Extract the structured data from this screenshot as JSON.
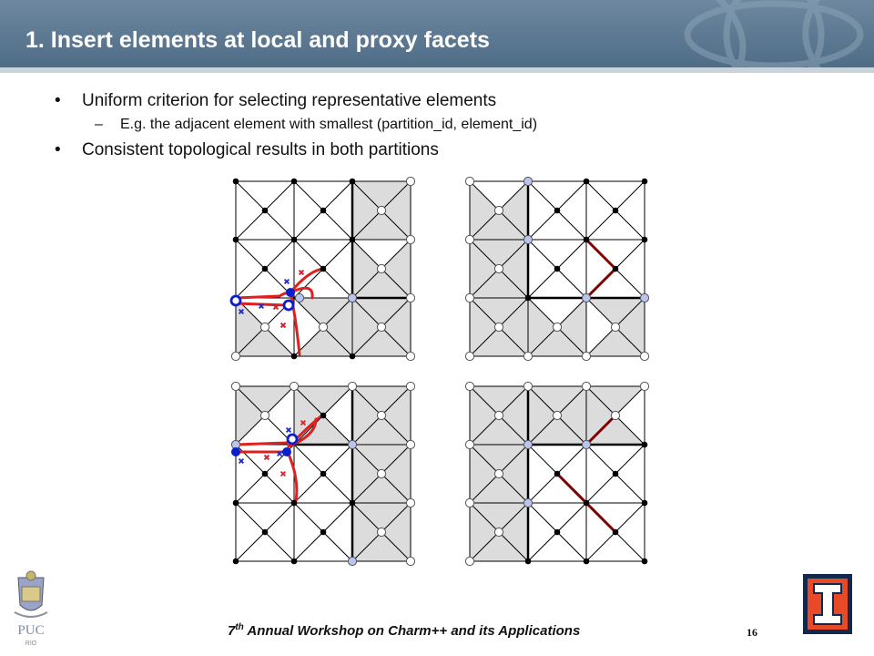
{
  "slide": {
    "title": "1. Insert elements at local and proxy facets",
    "bullets": [
      {
        "text": "Uniform criterion for selecting representative elements",
        "level": 1
      },
      {
        "text": "E.g. the adjacent element with smallest (partition_id, element_id)",
        "level": 2
      },
      {
        "text": "Consistent topological results in both partitions",
        "level": 1
      }
    ],
    "bullet_symbol": "•",
    "dash_symbol": "–",
    "footer": {
      "ordinal": "7",
      "ordinal_suffix": "th",
      "text": " Annual Workshop on Charm++ and its Applications"
    },
    "page_number": "16",
    "logos": {
      "left": {
        "icon": "puc-rio-crest-icon",
        "wordmark": "PUC",
        "sub": "RIO"
      },
      "right": {
        "icon": "illinois-block-i-icon"
      }
    }
  },
  "colors": {
    "title_bar": "#54728c",
    "shaded_element": "#dcdcdc",
    "node_fill_proxy": "#b9c4ef",
    "node_dark": "#000000",
    "node_blue": "#0a1ecf",
    "edge_red": "#e02020",
    "edge_darkred": "#800000",
    "illinois_orange": "#e84a27",
    "illinois_blue": "#13294b"
  }
}
